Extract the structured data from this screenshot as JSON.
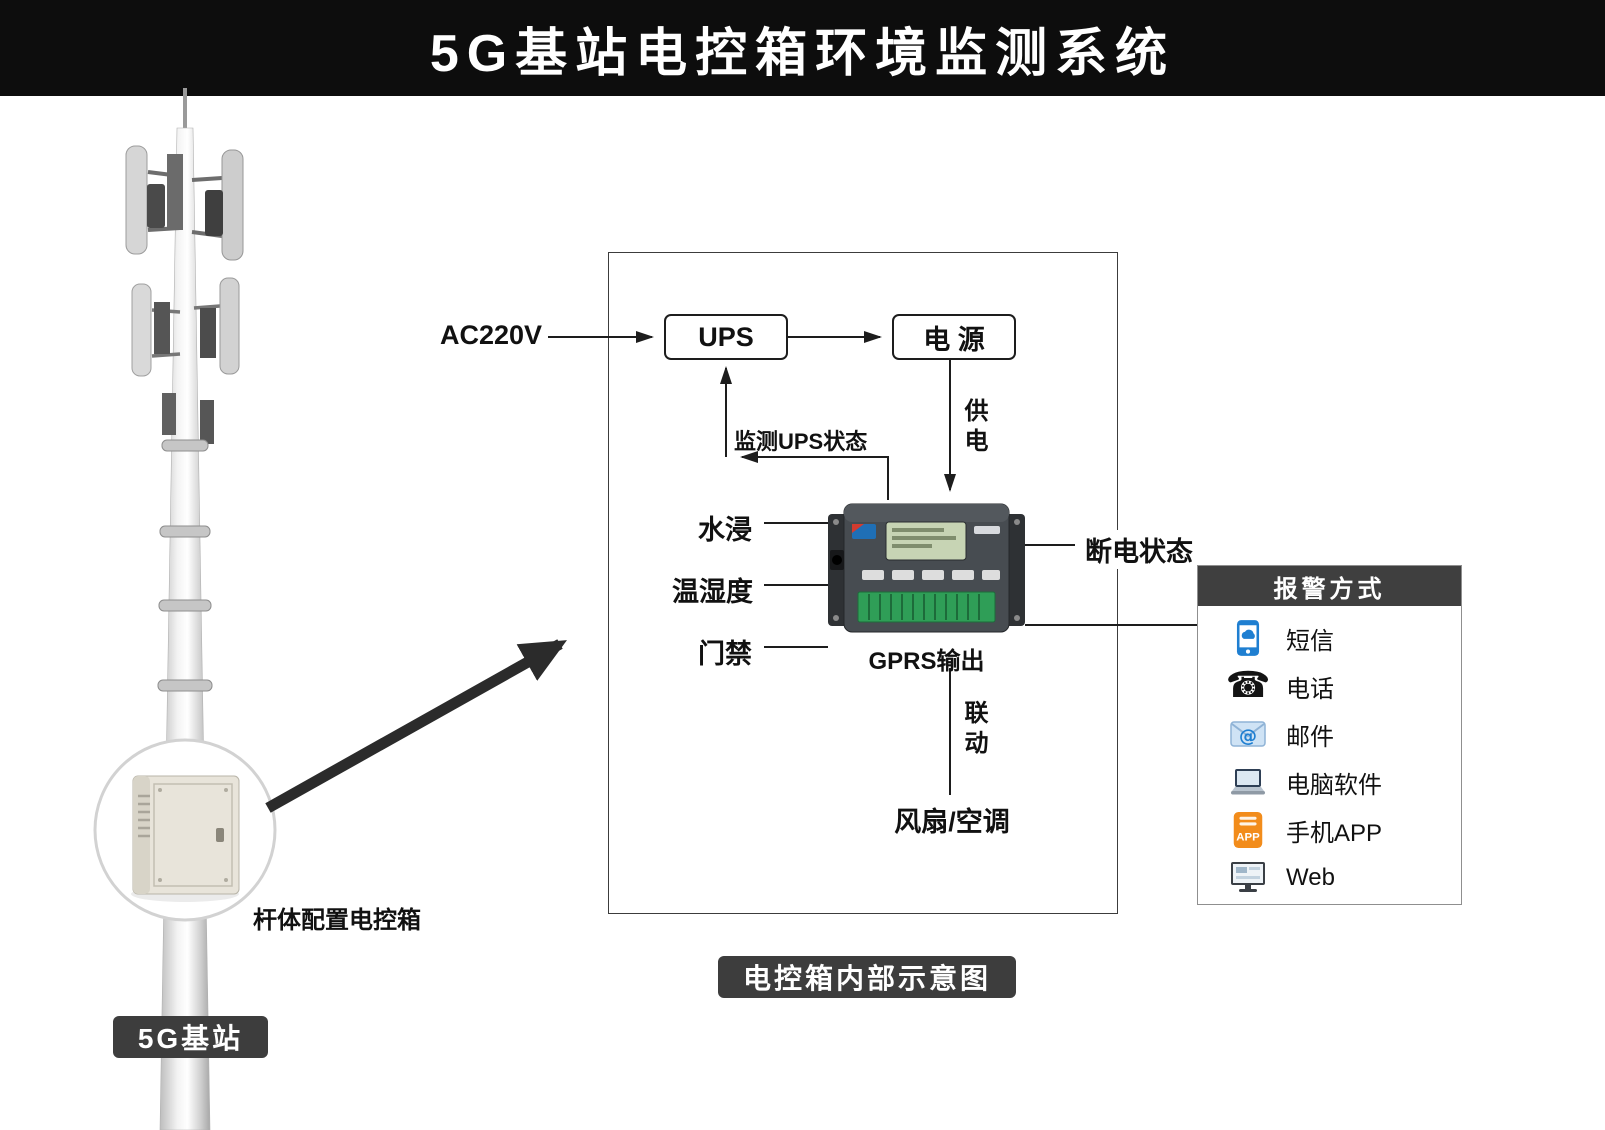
{
  "header": {
    "title": "5G基站电控箱环境监测系统"
  },
  "tower": {
    "pole_label": "杆体配置电控箱",
    "badge": "5G基站"
  },
  "diagram": {
    "caption": "电控箱内部示意图",
    "ac_input": "AC220V",
    "ups": "UPS",
    "power": "电 源",
    "monitor_ups": "监测UPS状态",
    "supply": "供电",
    "sensors": [
      "水浸",
      "温湿度",
      "门禁"
    ],
    "device": "GPRS输出",
    "power_off": "断电状态",
    "linkage": "联动",
    "fan": "风扇/空调"
  },
  "alarm": {
    "title": "报警方式",
    "items": [
      {
        "icon": "sms-icon",
        "label": "短信"
      },
      {
        "icon": "phone-icon",
        "label": "电话"
      },
      {
        "icon": "email-icon",
        "label": "邮件"
      },
      {
        "icon": "computer-icon",
        "label": "电脑软件"
      },
      {
        "icon": "app-icon",
        "label": "手机APP"
      },
      {
        "icon": "web-icon",
        "label": "Web"
      }
    ]
  },
  "colors": {
    "header_bg": "#0d0d0d",
    "badge_bg": "#3d3d3d",
    "accent_blue": "#1f7fd1",
    "accent_orange": "#f28c1b",
    "terminal_green": "#2f9e57"
  }
}
